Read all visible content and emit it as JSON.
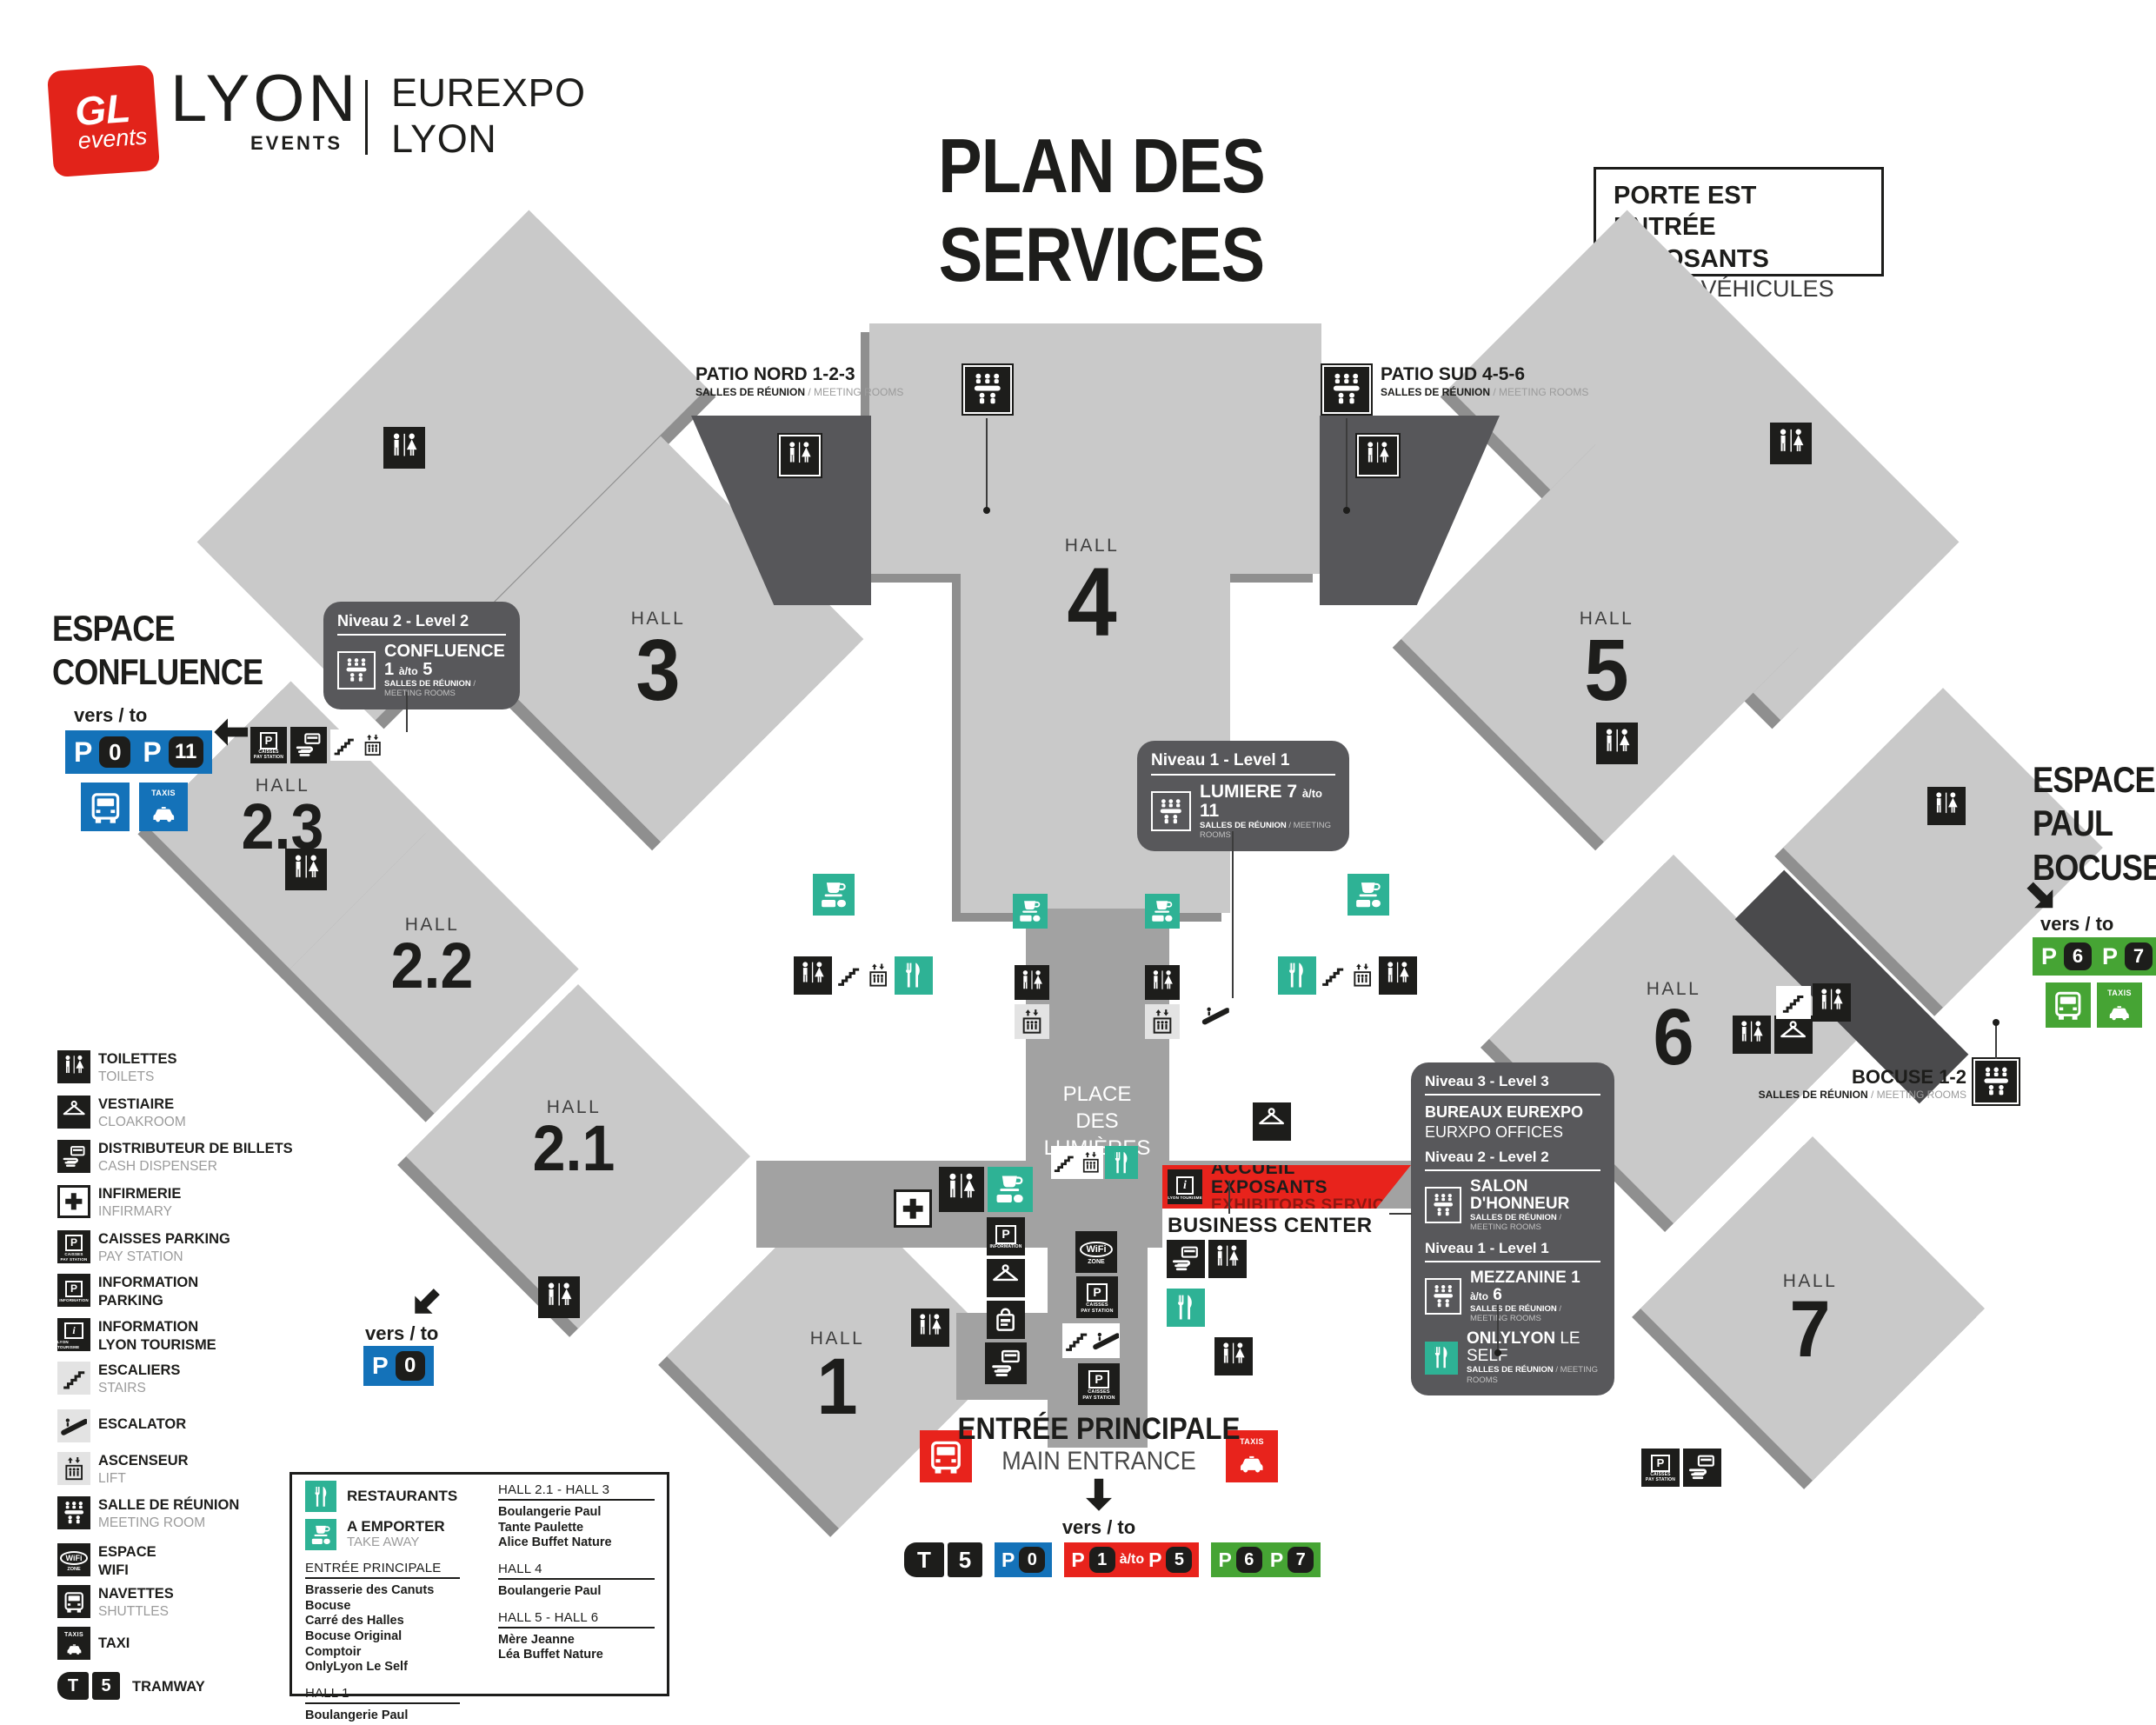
{
  "header": {
    "logo": {
      "gl": "GL",
      "events": "events",
      "brand": "LYON",
      "brand_sub": "EVENTS",
      "venue_line1": "EUREXPO",
      "venue_line2": "LYON"
    },
    "title": "PLAN DES SERVICES",
    "porte_est": {
      "line1": "PORTE EST",
      "line2": "ENTRÉE EXPOSANTS",
      "line3": "ACCÈS VÉHICULES"
    }
  },
  "map": {
    "hall_word": "HALL",
    "halls": {
      "h3": "3",
      "h4": "4",
      "h5": "5",
      "h23": "2.3",
      "h22": "2.2",
      "h21": "2.1",
      "h1": "1",
      "h6": "6",
      "h7": "7"
    },
    "place": {
      "l1": "PLACE",
      "l2": "DES",
      "l3": "LUMIÈRES"
    },
    "patio_nord": {
      "title": "PATIO NORD 1-2-3",
      "sub_fr": "SALLES DE RÉUNION",
      "sub_en": "/ MEETING ROOMS"
    },
    "patio_sud": {
      "title": "PATIO SUD 4-5-6",
      "sub_fr": "SALLES DE RÉUNION",
      "sub_en": "/ MEETING ROOMS"
    },
    "bocuse": {
      "title": "BOCUSE 1-2",
      "sub_fr": "SALLES DE RÉUNION",
      "sub_en": "/ MEETING ROOMS"
    },
    "accueil": {
      "fr": "ACCUEIL EXPOSANTS",
      "en": "EXHIBITORS SERVICES"
    },
    "business_center": "BUSINESS CENTER"
  },
  "callouts": {
    "confluence": {
      "level": "Niveau 2 - Level 2",
      "pre": "CONFLUENCE 1",
      "ato": "à/to",
      "post": "5",
      "sub_fr": "SALLES DE RÉUNION",
      "sub_en": "/ MEETING ROOMS"
    },
    "lumiere": {
      "level": "Niveau 1 - Level 1",
      "pre": "LUMIERE 7",
      "ato": "à/to",
      "post": "11",
      "sub_fr": "SALLES DE RÉUNION",
      "sub_en": "/ MEETING ROOMS"
    },
    "offices": {
      "level3": "Niveau 3 - Level 3",
      "bureaux_fr": "BUREAUX EUREXPO",
      "bureaux_en": "EURXPO OFFICES",
      "level2": "Niveau 2 - Level 2",
      "salon": "SALON D'HONNEUR",
      "salon_sub_fr": "SALLES DE RÉUNION",
      "salon_sub_en": "/ MEETING ROOMS",
      "level1": "Niveau 1 - Level 1",
      "mezz_pre": "MEZZANINE 1",
      "ato": "à/to",
      "mezz_post": "6",
      "mezz_sub_fr": "SALLES DE RÉUNION",
      "mezz_sub_en": "/ MEETING ROOMS",
      "only_strong": "ONLYLYON",
      "only_rest": "LE SELF",
      "only_sub_fr": "SALLES DE RÉUNION",
      "only_sub_en": "/ MEETING ROOMS"
    }
  },
  "confluence_area": {
    "t1": "ESPACE",
    "t2": "CONFLUENCE",
    "vers": "vers / to"
  },
  "bocuse_area": {
    "t1": "ESPACE",
    "t2": "PAUL",
    "t3": "BOCUSE",
    "vers": "vers / to"
  },
  "entrance": {
    "fr": "ENTRÉE PRINCIPALE",
    "en": "MAIN ENTRANCE",
    "vers": "vers / to"
  },
  "hall1_exit": {
    "vers": "vers / to"
  },
  "chips": {
    "p": "P",
    "n0": "0",
    "n11": "11",
    "n1": "1",
    "n5": "5",
    "n6": "6",
    "n7": "7",
    "t": "T",
    "t5": "5",
    "ato": "à/to",
    "taxis": "TAXIS"
  },
  "micro": {
    "i": "i",
    "caisses": "CAISSES",
    "pay_station": "PAY STATION",
    "information": "INFORMATION",
    "lyon_tourisme": "LYON TOURISME",
    "wifi": "WiFi",
    "zone": "ZONE"
  },
  "legend": [
    {
      "l1": "TOILETTES",
      "l2": "TOILETS",
      "icon": "wc"
    },
    {
      "l1": "VESTIAIRE",
      "l2": "CLOAKROOM",
      "icon": "hanger"
    },
    {
      "l1": "DISTRIBUTEUR DE BILLETS",
      "l2": "CASH DISPENSER",
      "icon": "cash-dispenser"
    },
    {
      "l1": "INFIRMERIE",
      "l2": "INFIRMARY",
      "icon": "first-aid-cross"
    },
    {
      "l1": "CAISSES PARKING",
      "l2": "PAY STATION",
      "icon": "parking-pay-station"
    },
    {
      "l1": "INFORMATION",
      "l2": "PARKING",
      "icon": "parking-information"
    },
    {
      "l1": "INFORMATION",
      "l2": "LYON TOURISME",
      "icon": "information"
    },
    {
      "l1": "ESCALIERS",
      "l2": "STAIRS",
      "icon": "stairs"
    },
    {
      "l1": "ESCALATOR",
      "l2": "",
      "icon": "escalator"
    },
    {
      "l1": "ASCENSEUR",
      "l2": "LIFT",
      "icon": "lift"
    },
    {
      "l1": "SALLE DE RÉUNION",
      "l2": "MEETING ROOM",
      "icon": "meeting-room"
    },
    {
      "l1": "ESPACE",
      "l2": "WIFI",
      "icon": "wifi"
    },
    {
      "l1": "NAVETTES",
      "l2": "SHUTTLES",
      "icon": "bus"
    },
    {
      "l1": "TAXI",
      "l2": "",
      "icon": "taxi"
    },
    {
      "l1": "TRAMWAY",
      "l2": "",
      "icon": "tramway-t5"
    }
  ],
  "restaurants": {
    "title": "RESTAURANTS",
    "takeaway_fr": "A EMPORTER",
    "takeaway_en": "TAKE AWAY",
    "sections": [
      {
        "head": "ENTRÉE PRINCIPALE",
        "items": [
          "Brasserie des Canuts Bocuse",
          "Carré des Halles",
          "Bocuse Original Comptoir",
          "OnlyLyon Le Self"
        ]
      },
      {
        "head": "HALL 1",
        "items": [
          "Boulangerie Paul"
        ]
      },
      {
        "head": "HALL 2.1 - HALL 3",
        "items": [
          "Boulangerie Paul",
          "Tante Paulette",
          "Alice Buffet Nature"
        ]
      },
      {
        "head": "HALL 4",
        "items": [
          "Boulangerie Paul"
        ]
      },
      {
        "head": "HALL 5 - HALL 6",
        "items": [
          "Mère Jeanne",
          "Léa Buffet Nature"
        ]
      }
    ]
  }
}
